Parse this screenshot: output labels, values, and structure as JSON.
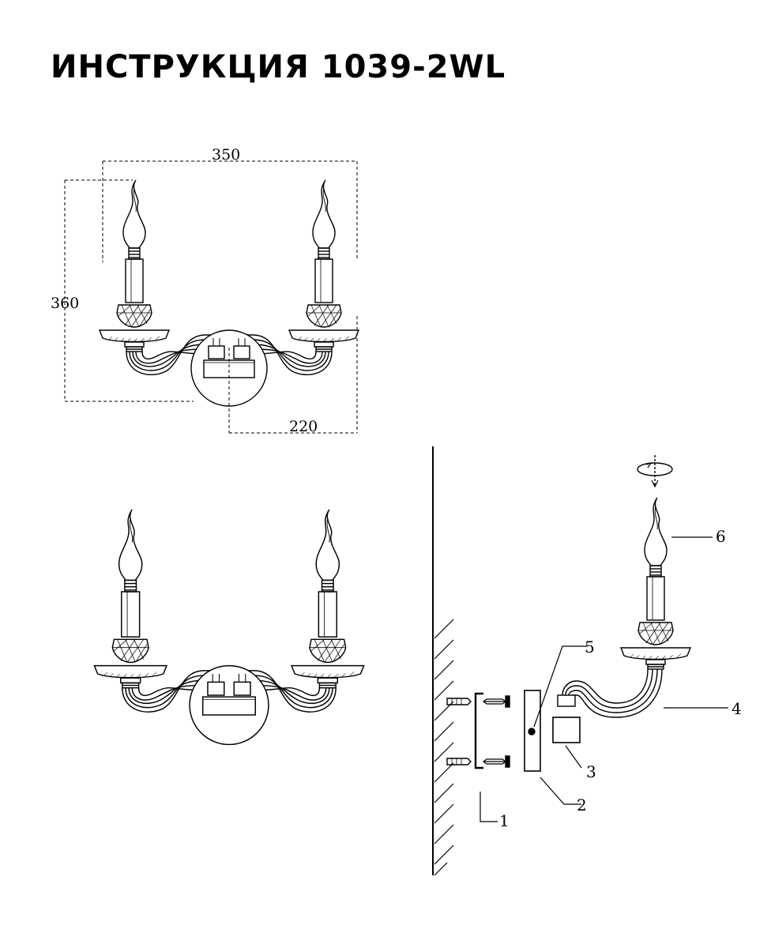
{
  "title": "ИНСТРУКЦИЯ 1039-2WL",
  "dimensions": {
    "width": "350",
    "height": "360",
    "depth": "220"
  },
  "callouts": {
    "c1": "1",
    "c2": "2",
    "c3": "3",
    "c4": "4",
    "c5": "5",
    "c6": "6"
  },
  "icons": [
    "rotate-arrow-icon",
    "wall-hatch",
    "lamp-bulb-icon"
  ],
  "colors": {
    "ink": "#000000",
    "background": "#ffffff"
  }
}
